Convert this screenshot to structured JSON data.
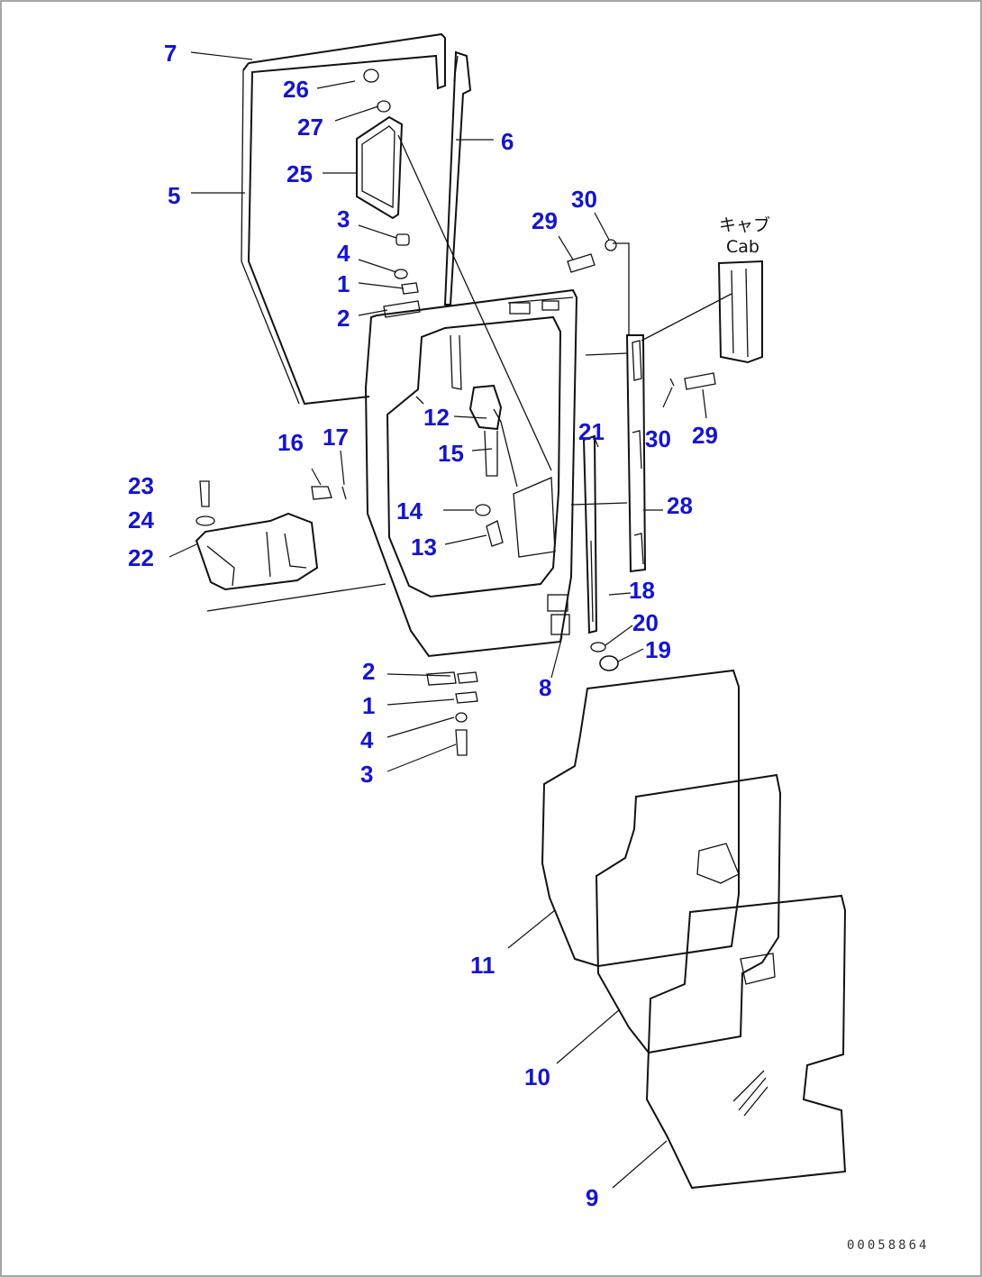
{
  "diagram": {
    "label_color": "#1414d2",
    "cab_label": "キャブ",
    "cab_label_en": "Cab",
    "drawing_code": "00058864"
  },
  "callouts": [
    {
      "id": "c7",
      "text": "7"
    },
    {
      "id": "c26",
      "text": "26"
    },
    {
      "id": "c27",
      "text": "27"
    },
    {
      "id": "c6",
      "text": "6"
    },
    {
      "id": "c25",
      "text": "25"
    },
    {
      "id": "c5",
      "text": "5"
    },
    {
      "id": "c30a",
      "text": "30"
    },
    {
      "id": "c29a",
      "text": "29"
    },
    {
      "id": "c3a",
      "text": "3"
    },
    {
      "id": "c4a",
      "text": "4"
    },
    {
      "id": "c1a",
      "text": "1"
    },
    {
      "id": "c2a",
      "text": "2"
    },
    {
      "id": "c12",
      "text": "12"
    },
    {
      "id": "c21",
      "text": "21"
    },
    {
      "id": "c30b",
      "text": "30"
    },
    {
      "id": "c29b",
      "text": "29"
    },
    {
      "id": "c16",
      "text": "16"
    },
    {
      "id": "c17",
      "text": "17"
    },
    {
      "id": "c15",
      "text": "15"
    },
    {
      "id": "c23",
      "text": "23"
    },
    {
      "id": "c28",
      "text": "28"
    },
    {
      "id": "c14",
      "text": "14"
    },
    {
      "id": "c24",
      "text": "24"
    },
    {
      "id": "c13",
      "text": "13"
    },
    {
      "id": "c22",
      "text": "22"
    },
    {
      "id": "c18",
      "text": "18"
    },
    {
      "id": "c20",
      "text": "20"
    },
    {
      "id": "c19",
      "text": "19"
    },
    {
      "id": "c2b",
      "text": "2"
    },
    {
      "id": "c8",
      "text": "8"
    },
    {
      "id": "c1b",
      "text": "1"
    },
    {
      "id": "c4b",
      "text": "4"
    },
    {
      "id": "c3b",
      "text": "3"
    },
    {
      "id": "c11",
      "text": "11"
    },
    {
      "id": "c10",
      "text": "10"
    },
    {
      "id": "c9",
      "text": "9"
    }
  ]
}
